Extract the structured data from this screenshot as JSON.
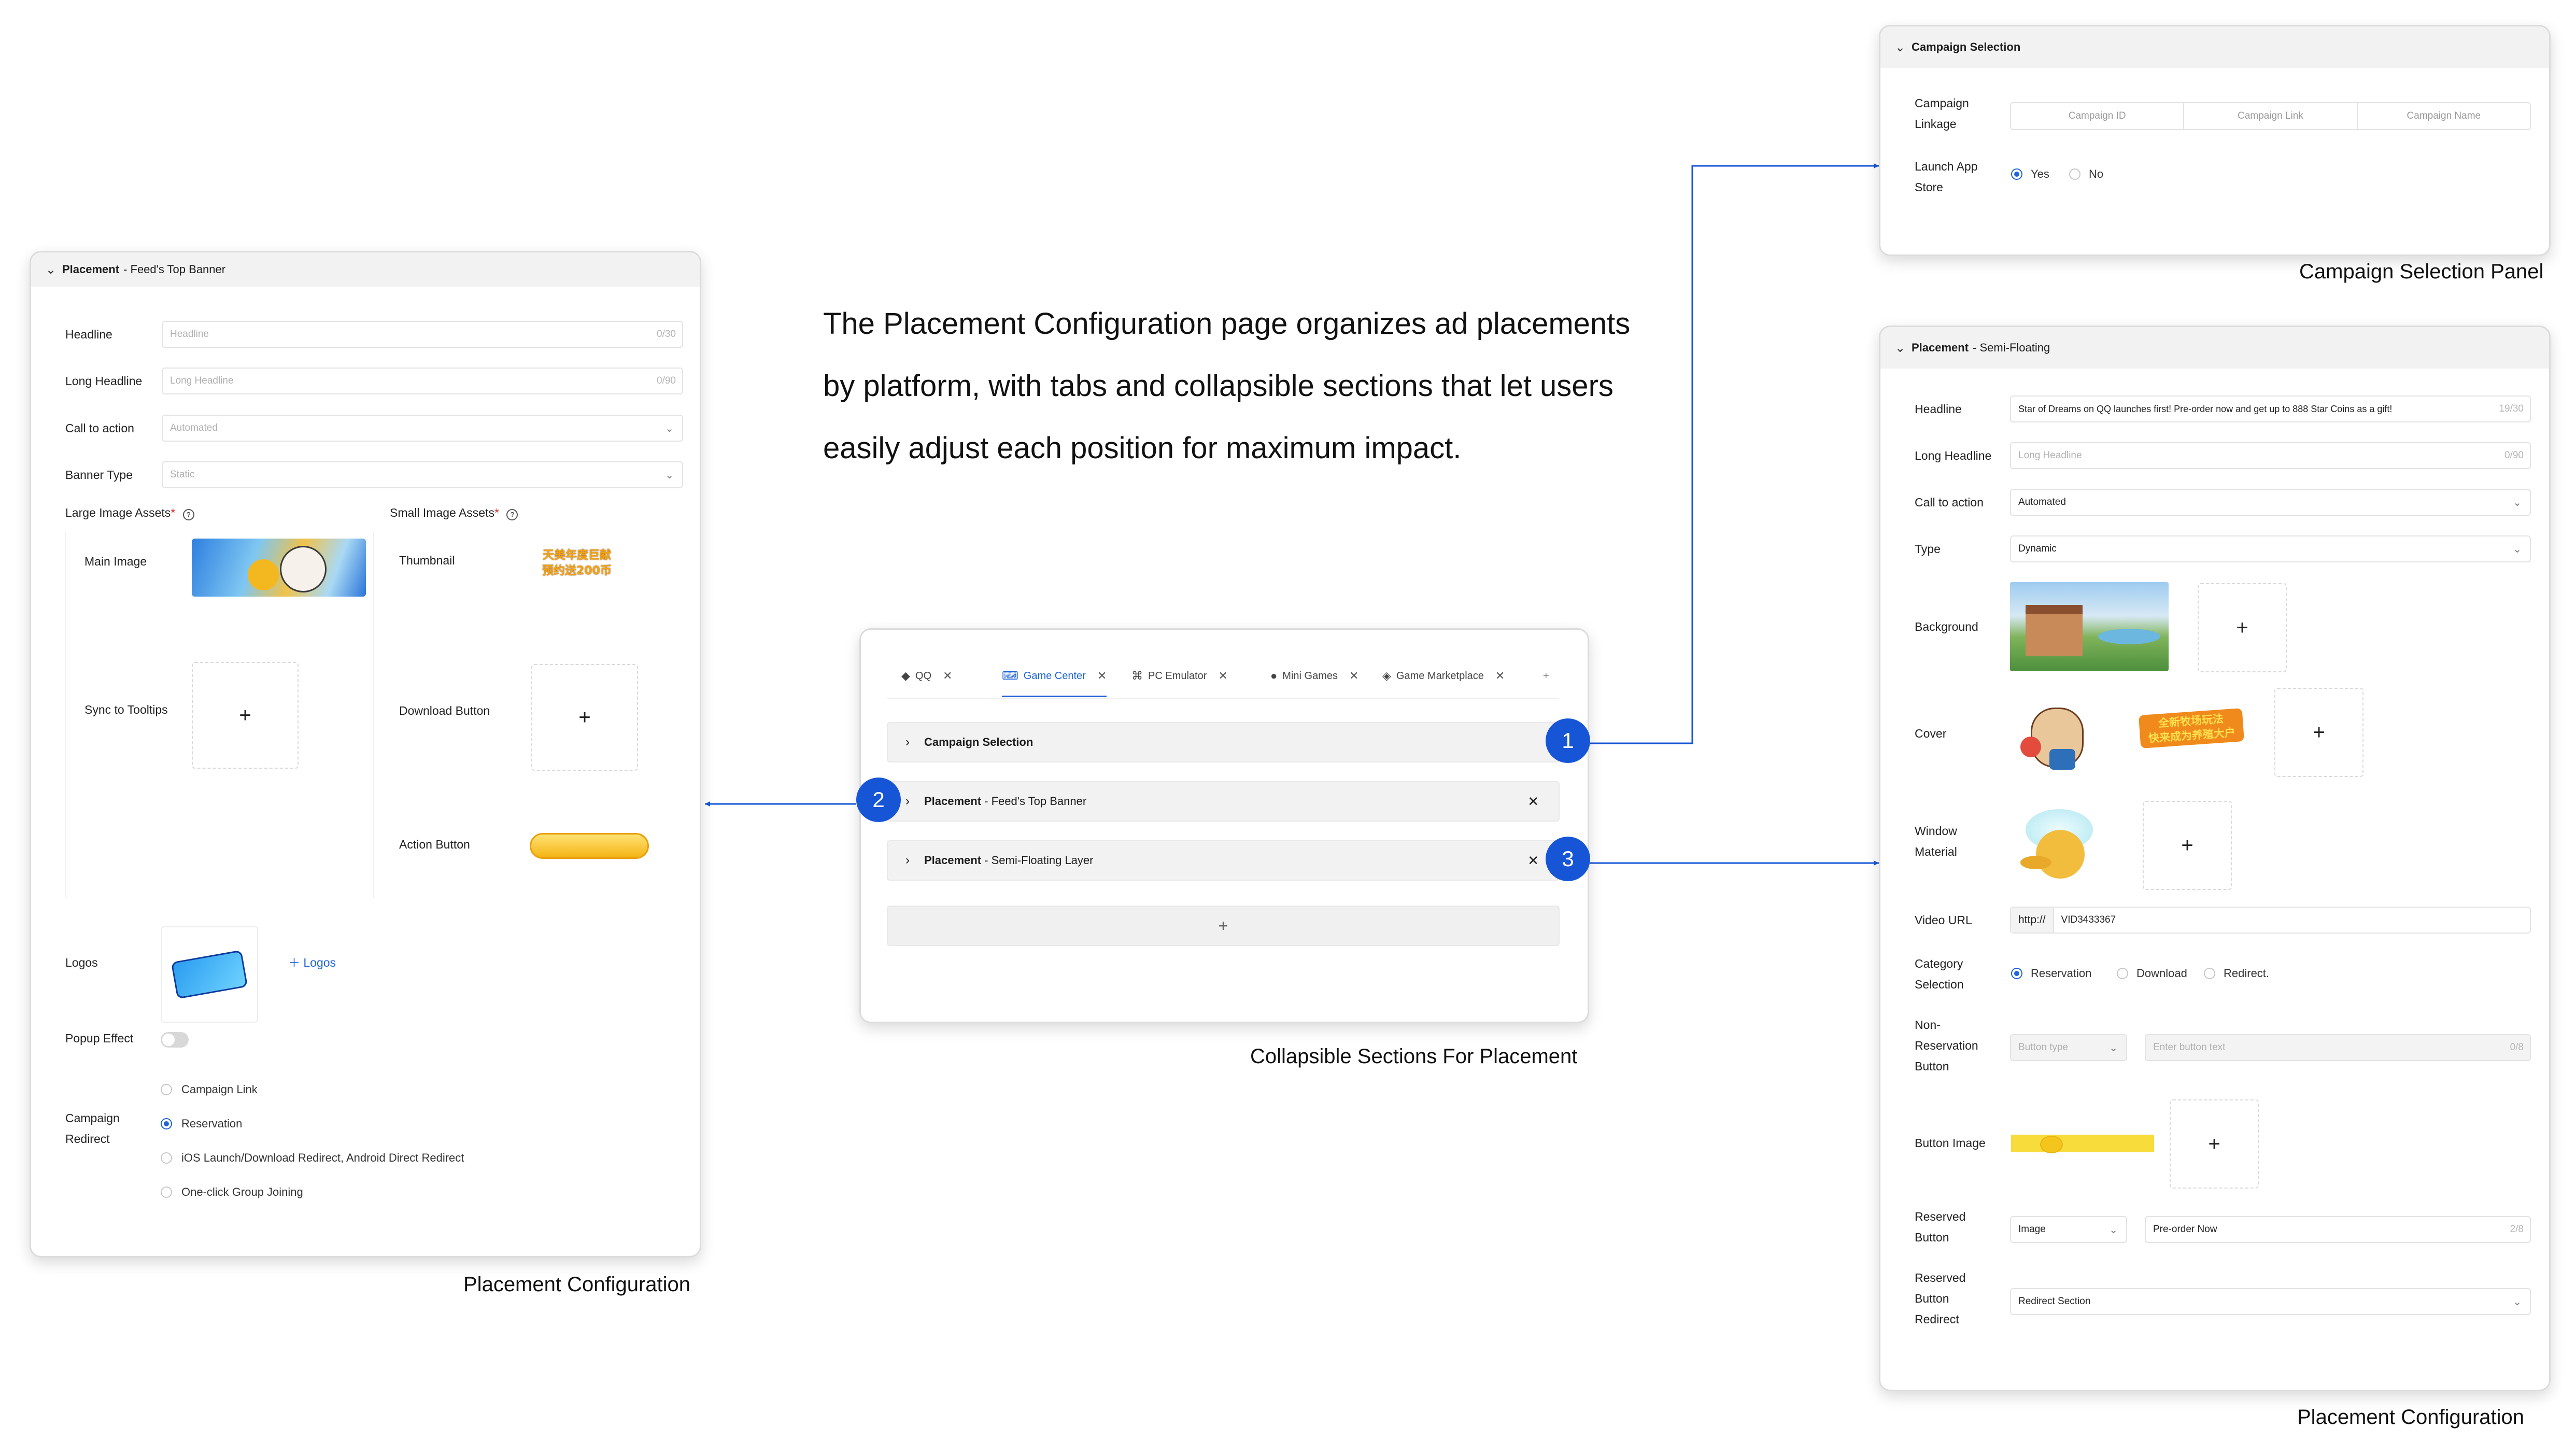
{
  "intro_text": "The Placement Configuration page organizes ad placements by platform, with tabs and collapsible sections that let users easily adjust each position for maximum impact.",
  "captions": {
    "center": "Collapsible Sections For Placement",
    "left": "Placement Configuration",
    "top_right": "Campaign Selection Panel",
    "bottom_right": "Placement Configuration"
  },
  "center_panel": {
    "tabs": [
      {
        "label": "QQ",
        "icon": "qq-icon"
      },
      {
        "label": "Game Center",
        "icon": "gamepad-icon",
        "active": true
      },
      {
        "label": "PC Emulator",
        "icon": "controller-icon"
      },
      {
        "label": "Mini Games",
        "icon": "mini-games-icon"
      },
      {
        "label": "Game Marketplace",
        "icon": "tag-icon"
      }
    ],
    "tab_more": "+",
    "sections": [
      {
        "bold": "Campaign Selection",
        "rest": "",
        "badge": "1"
      },
      {
        "bold": "Placement",
        "rest": " - Feed's Top Banner",
        "badge": "2"
      },
      {
        "bold": "Placement",
        "rest": " - Semi-Floating Layer",
        "badge": "3"
      }
    ],
    "close_glyph": "✕",
    "add_glyph": "+"
  },
  "left_panel": {
    "header_bold": "Placement",
    "header_rest": "- Feed's Top Banner",
    "headline_label": "Headline",
    "headline_placeholder": "Headline",
    "headline_count": "0/30",
    "long_headline_label": "Long Headline",
    "long_headline_placeholder": "Long Headline",
    "long_headline_count": "0/90",
    "cta_label": "Call to action",
    "cta_value": "Automated",
    "banner_type_label": "Banner Type",
    "banner_type_value": "Static",
    "large_assets_label": "Large Image Assets",
    "small_assets_label": "Small Image Assets",
    "required_mark": "*",
    "main_image_label": "Main Image",
    "sync_tooltips_label": "Sync to Tooltips",
    "thumbnail_label": "Thumbnail",
    "thumbnail_text_1": "天美年度巨献",
    "thumbnail_text_2": "预约送200币",
    "download_button_label": "Download Button",
    "action_button_label": "Action Button",
    "logos_label": "Logos",
    "logos_add": "Logos",
    "popup_label": "Popup Effect",
    "redirect_label": "Campaign Redirect",
    "redirect_options": [
      {
        "label": "Campaign Link",
        "selected": false
      },
      {
        "label": "Reservation",
        "selected": true
      },
      {
        "label": "iOS Launch/Download Redirect, Android Direct Redirect",
        "selected": false
      },
      {
        "label": "One-click Group Joining",
        "selected": false
      }
    ]
  },
  "campaign_panel": {
    "header": "Campaign Selection",
    "linkage_label_1": "Campaign",
    "linkage_label_2": "Linkage",
    "columns": [
      "Campaign ID",
      "Campaign Link",
      "Campaign Name"
    ],
    "launch_label_1": "Launch App",
    "launch_label_2": "Store",
    "yes": "Yes",
    "no": "No"
  },
  "right_panel": {
    "header_bold": "Placement",
    "header_rest": "- Semi-Floating",
    "headline_label": "Headline",
    "headline_value": "Star of Dreams on QQ launches first! Pre-order now and get up to 888 Star Coins as a gift!",
    "headline_count": "19/30",
    "long_headline_label": "Long Headline",
    "long_headline_placeholder": "Long Headline",
    "long_headline_count": "0/90",
    "cta_label": "Call to action",
    "cta_value": "Automated",
    "type_label": "Type",
    "type_value": "Dynamic",
    "background_label": "Background",
    "cover_label": "Cover",
    "cover_text_1": "全新牧场玩法",
    "cover_text_2": "快来成为养殖大户",
    "window_label_1": "Window",
    "window_label_2": "Material",
    "video_label": "Video URL",
    "video_prefix": "http://",
    "video_value": "VID3433367",
    "category_label_1": "Category",
    "category_label_2": "Selection",
    "category_options": [
      {
        "label": "Reservation",
        "selected": true
      },
      {
        "label": "Download",
        "selected": false
      },
      {
        "label": "Redirect.",
        "selected": false
      }
    ],
    "nonres_label_1": "Non-",
    "nonres_label_2": "Reservation",
    "nonres_label_3": "Button",
    "button_type_placeholder": "Button type",
    "button_text_placeholder": "Enter button text",
    "button_text_count": "0/8",
    "button_image_label": "Button Image",
    "reserved_label_1": "Reserved",
    "reserved_label_2": "Button",
    "reserved_type": "Image",
    "reserved_text": "Pre-order Now",
    "reserved_count": "2/8",
    "redirect_label_1": "Reserved",
    "redirect_label_2": "Button",
    "redirect_label_3": "Redirect",
    "redirect_value": "Redirect Section"
  },
  "colors": {
    "accent": "#1656d6",
    "link": "#1f64d8",
    "header_bg": "#f2f2f2",
    "button_yellow": "#f5c518"
  }
}
